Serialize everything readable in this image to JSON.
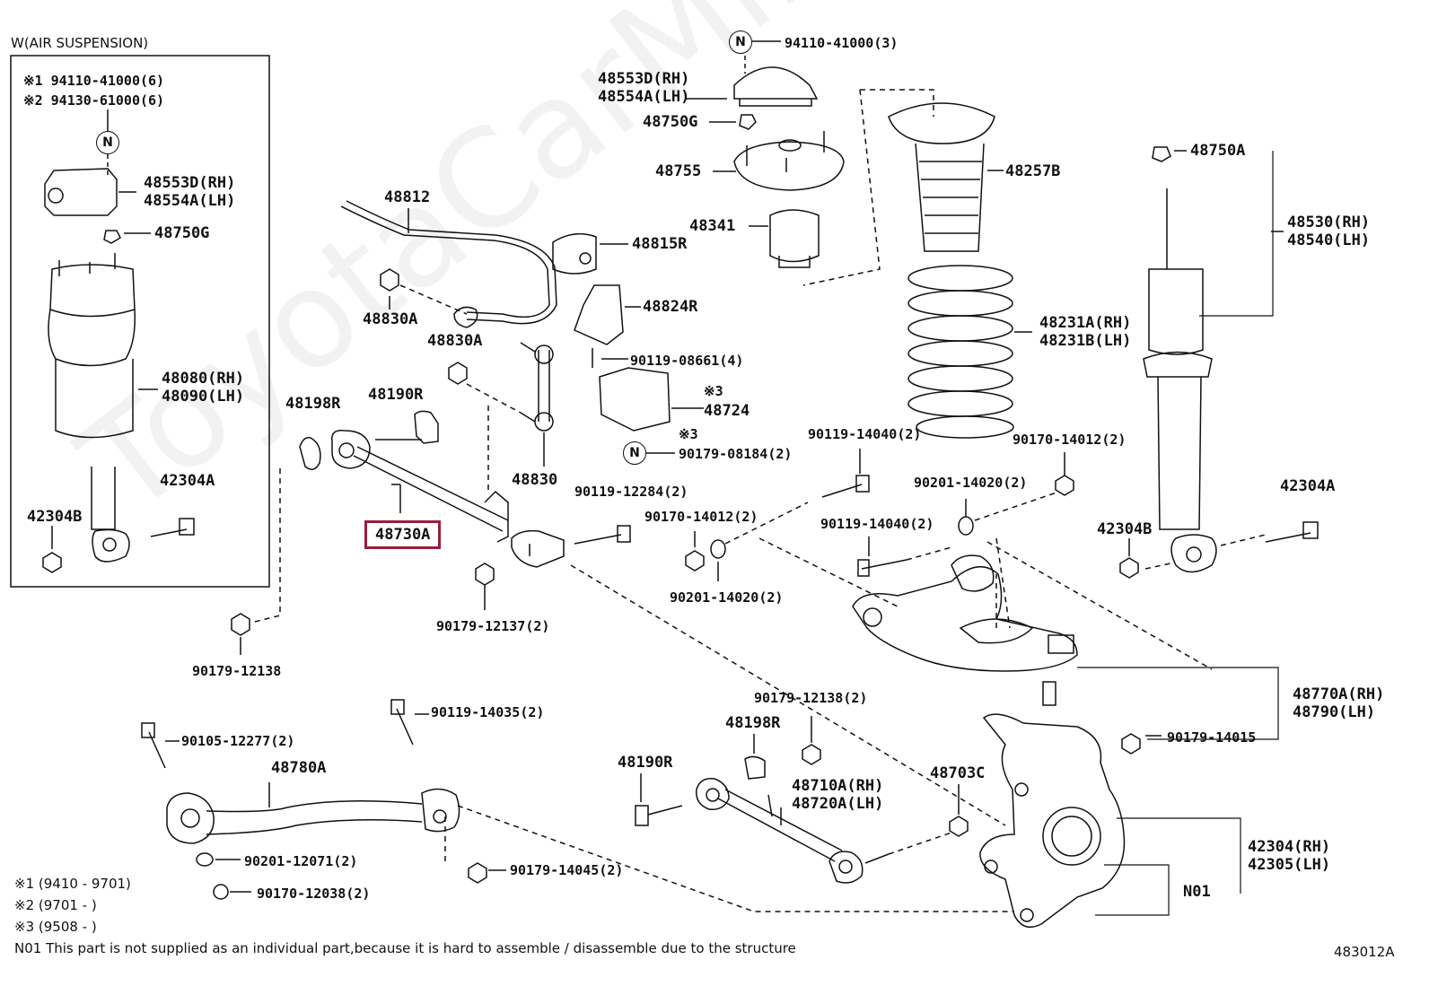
{
  "watermark": "ToyotaCarMine.ru",
  "inset_title": "W(AIR SUSPENSION)",
  "inset_notes": [
    "※1 94110-41000(6)",
    "※2 94130-61000(6)"
  ],
  "labels": {
    "inset_48553D": [
      "48553D(RH)",
      "48554A(LH)"
    ],
    "inset_48750G": "48750G",
    "inset_48080": [
      "48080(RH)",
      "48090(LH)"
    ],
    "inset_42304A": "42304A",
    "inset_42304B": "42304B",
    "p94110_41000_3": "94110-41000(3)",
    "p48553D": [
      "48553D(RH)",
      "48554A(LH)"
    ],
    "p48750G": "48750G",
    "p48755": "48755",
    "p48341": "48341",
    "p48812": "48812",
    "p48815R": "48815R",
    "p48824R": "48824R",
    "p48830A_1": "48830A",
    "p48830A_2": "48830A",
    "p90119_08661": "90119-08661(4)",
    "p48724_mark": "※3",
    "p48724": "48724",
    "p90179_08184_mark": "※3",
    "p90179_08184": "90179-08184(2)",
    "p48830": "48830",
    "p48257B": "48257B",
    "p48231A": [
      "48231A(RH)",
      "48231B(LH)"
    ],
    "p48750A": "48750A",
    "p48530": [
      "48530(RH)",
      "48540(LH)"
    ],
    "p48198R_top": "48198R",
    "p48190R_top": "48190R",
    "p48730A": "48730A",
    "p90119_12284": "90119-12284(2)",
    "p90170_14012_a": "90170-14012(2)",
    "p90201_14020_a": "90201-14020(2)",
    "p90179_12137": "90179-12137(2)",
    "p90179_12138": "90179-12138",
    "p90119_14040_a": "90119-14040(2)",
    "p90170_14012_b": "90170-14012(2)",
    "p90201_14020_b": "90201-14020(2)",
    "p90119_14040_b": "90119-14040(2)",
    "p42304A": "42304A",
    "p42304B": "42304B",
    "p48770A": [
      "48770A(RH)",
      "48790(LH)"
    ],
    "p90179_12138_2": "90179-12138(2)",
    "p90179_14015": "90179-14015",
    "p90119_14035": "90119-14035(2)",
    "p90105_12277": "90105-12277(2)",
    "p48780A": "48780A",
    "p90201_12071": "90201-12071(2)",
    "p90170_12038": "90170-12038(2)",
    "p90179_14045": "90179-14045(2)",
    "p48198R_bot": "48198R",
    "p48190R_bot": "48190R",
    "p48710A": [
      "48710A(RH)",
      "48720A(LH)"
    ],
    "p48703C": "48703C",
    "p42304_RH": [
      "42304(RH)",
      "42305(LH)"
    ],
    "pN01": "N01"
  },
  "n_icon": "N",
  "footnotes": [
    "※1 (9410 - 9701)",
    "※2 (9701 -       )",
    "※3 (9508 -       )"
  ],
  "n01_note": "N01 This part is not supplied as an individual part,because it is hard to assemble / disassemble due to the structure",
  "diagram_code": "483012A",
  "highlight_color": "#9b1b3b"
}
